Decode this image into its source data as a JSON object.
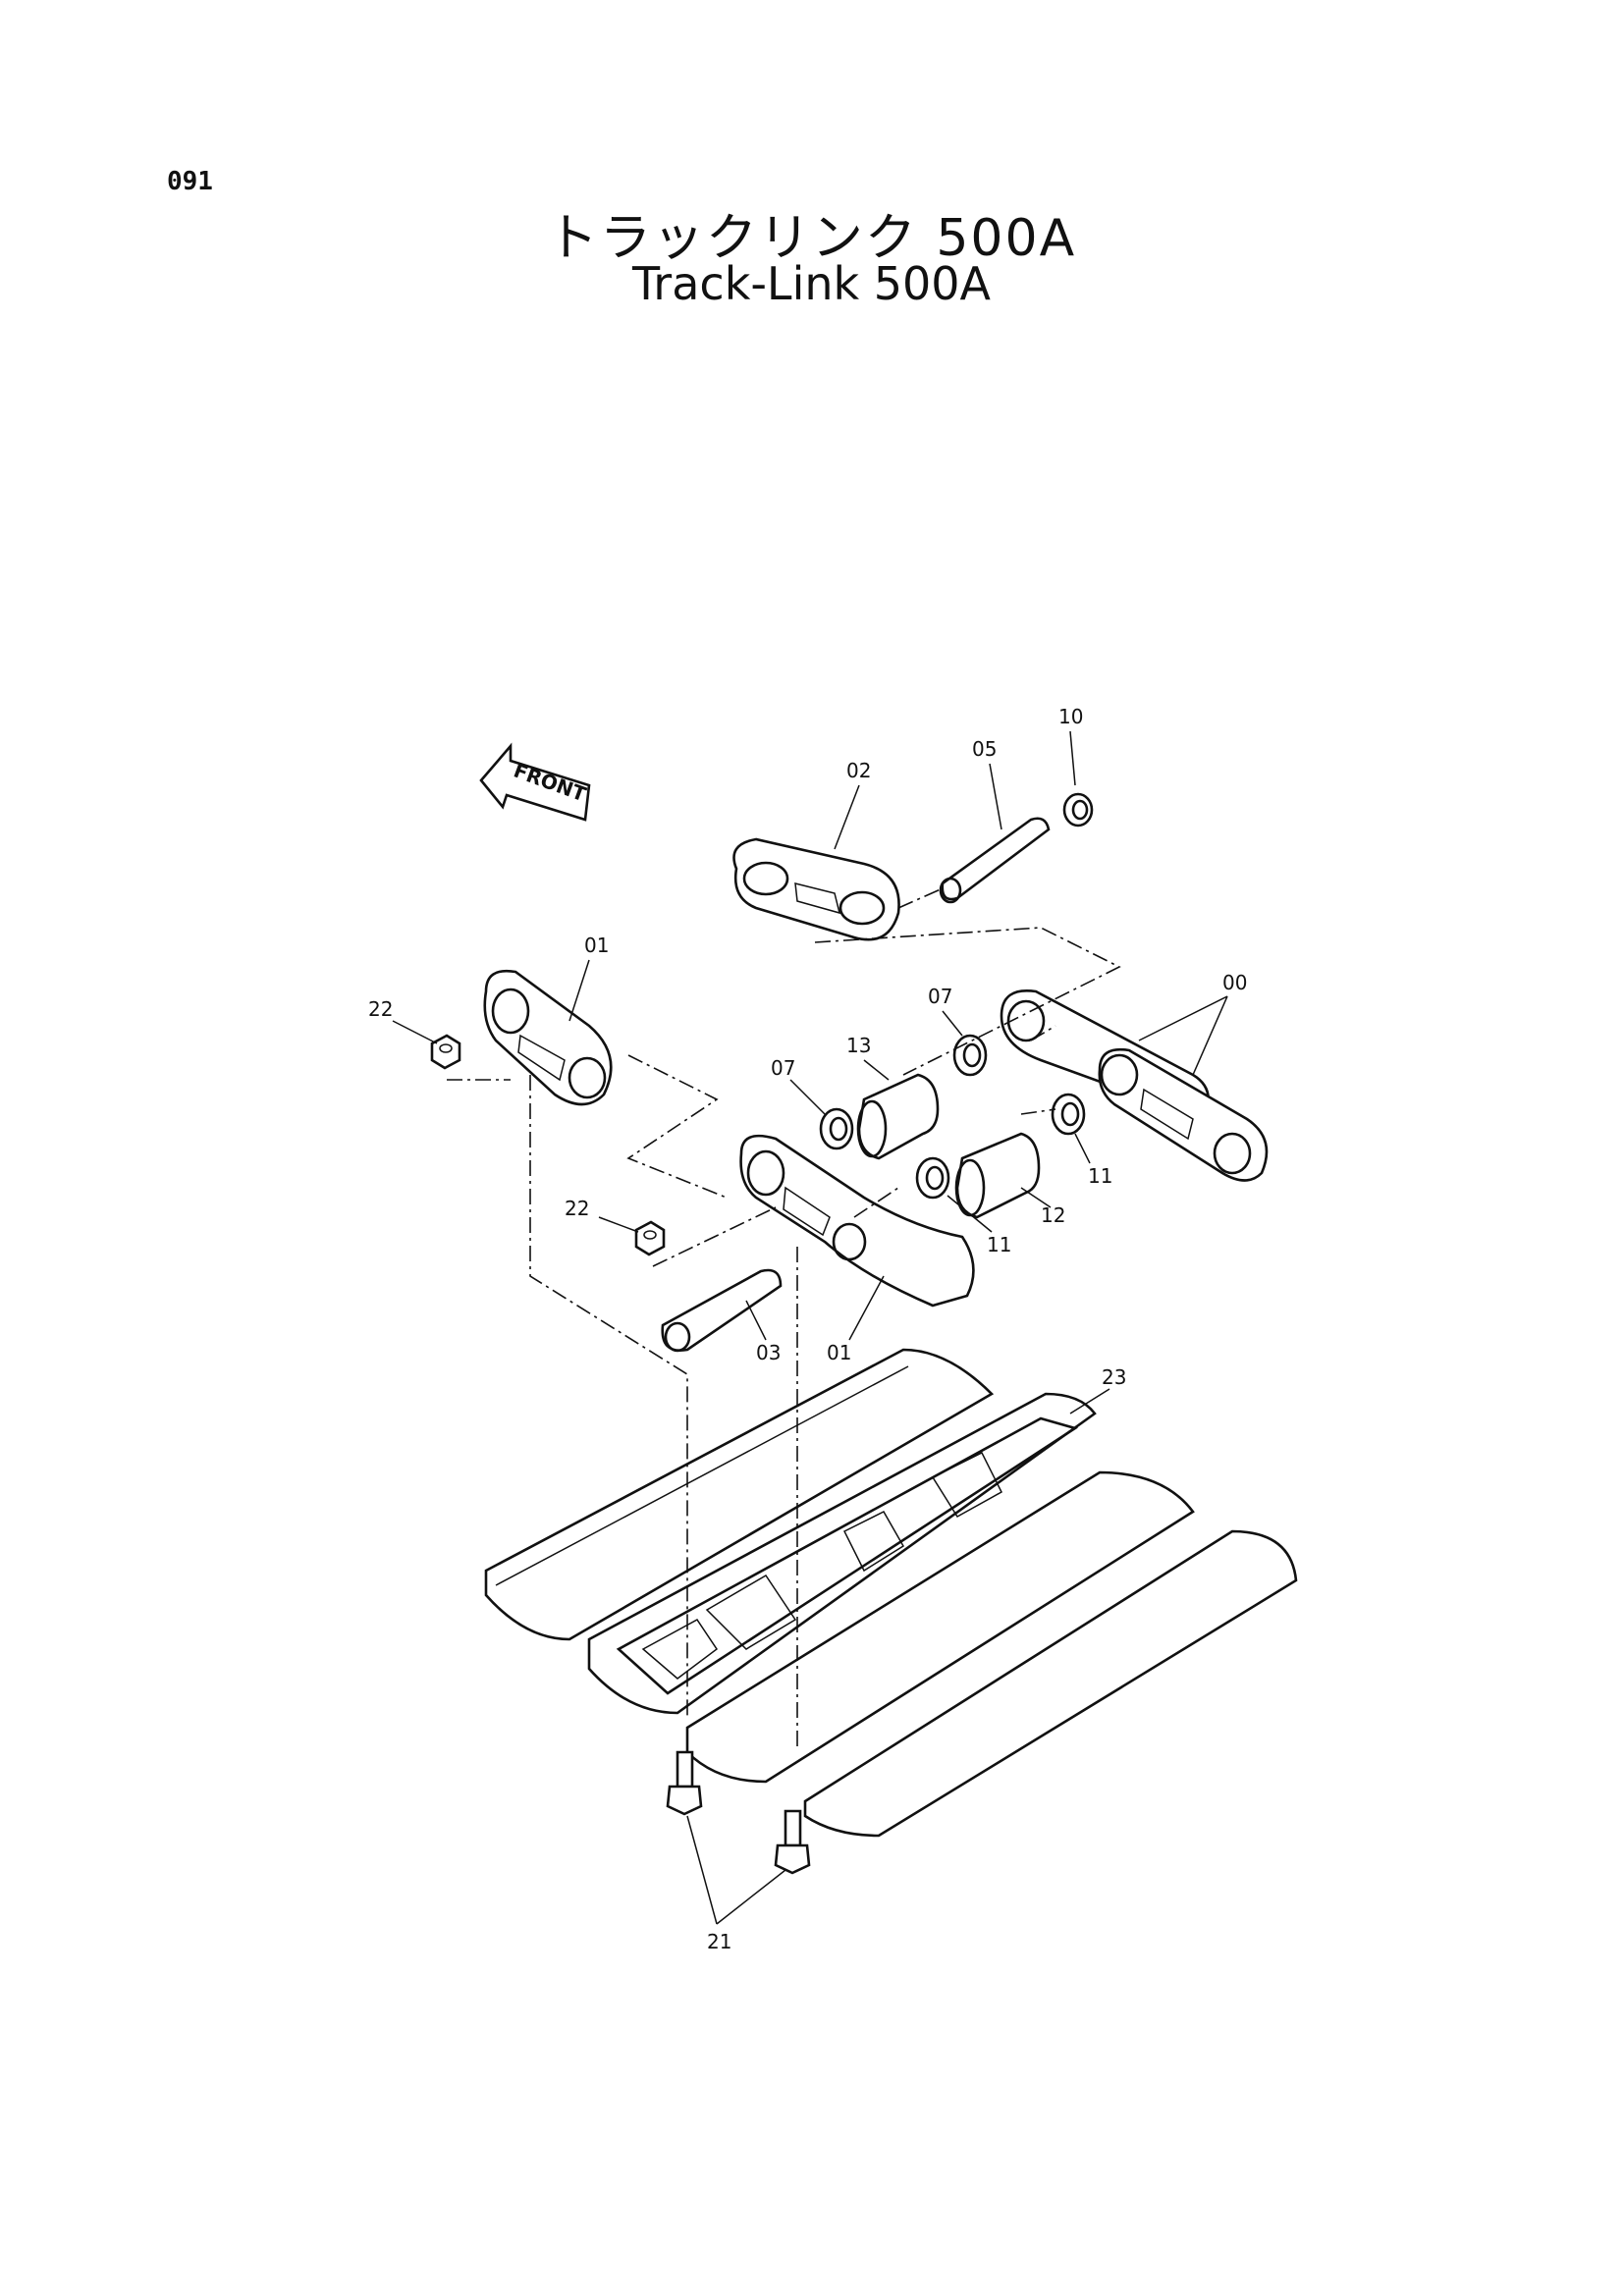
{
  "page_number": "091",
  "title_jp": "トラックリンク 500A",
  "title_en": "Track-Link 500A",
  "front_label": "FRONT",
  "callouts": {
    "c10": "10",
    "c05": "05",
    "c02": "02",
    "c01a": "01",
    "c22a": "22",
    "c07a": "07",
    "c00": "00",
    "c13": "13",
    "c07b": "07",
    "c11a": "11",
    "c12": "12",
    "c11b": "11",
    "c22b": "22",
    "c03": "03",
    "c01b": "01",
    "c23": "23",
    "c21": "21"
  }
}
